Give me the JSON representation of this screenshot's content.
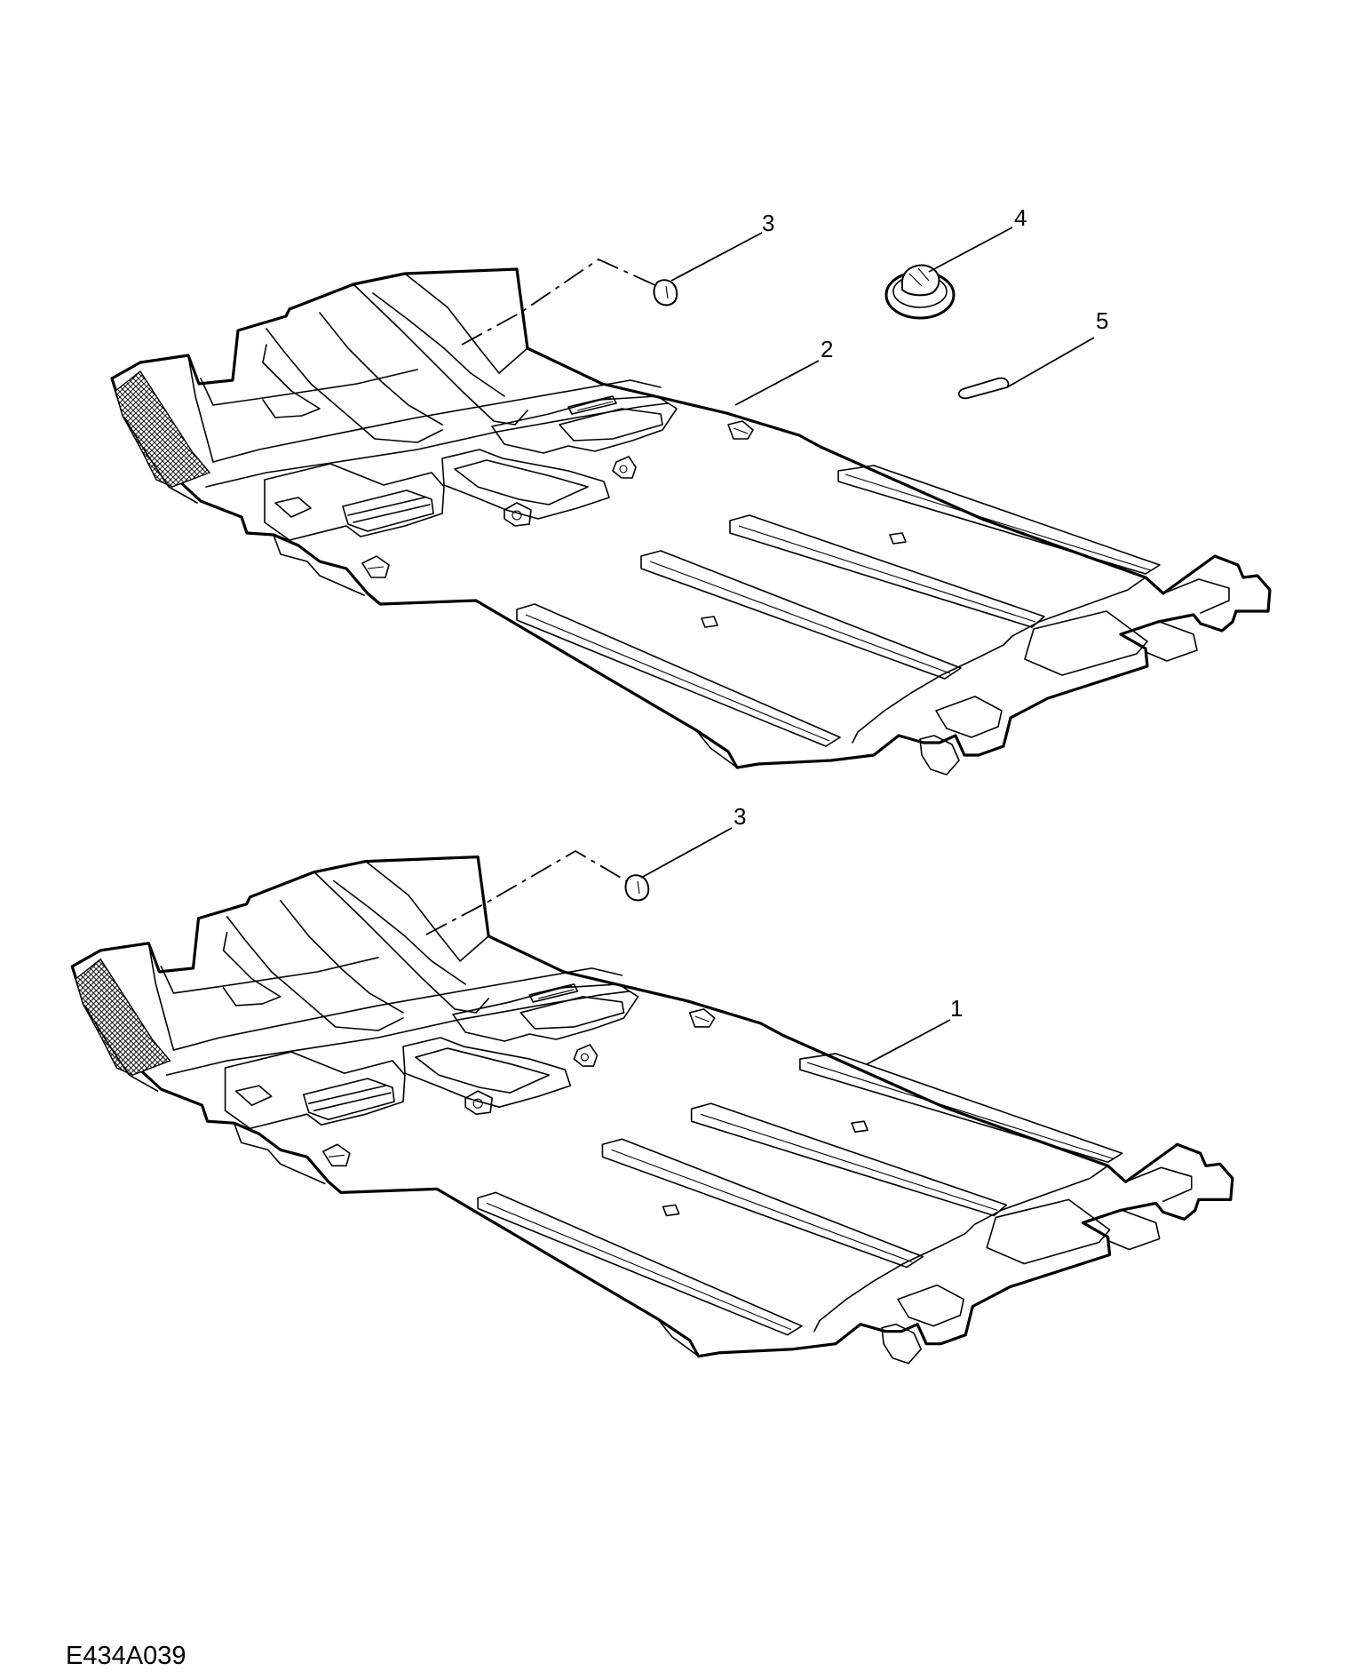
{
  "figure_code": "E434A039",
  "callouts": [
    {
      "id": "callout-1",
      "label": "1"
    },
    {
      "id": "callout-2",
      "label": "2"
    },
    {
      "id": "callout-3-upper",
      "label": "3"
    },
    {
      "id": "callout-3-lower",
      "label": "3"
    },
    {
      "id": "callout-4",
      "label": "4"
    },
    {
      "id": "callout-5",
      "label": "5"
    }
  ]
}
